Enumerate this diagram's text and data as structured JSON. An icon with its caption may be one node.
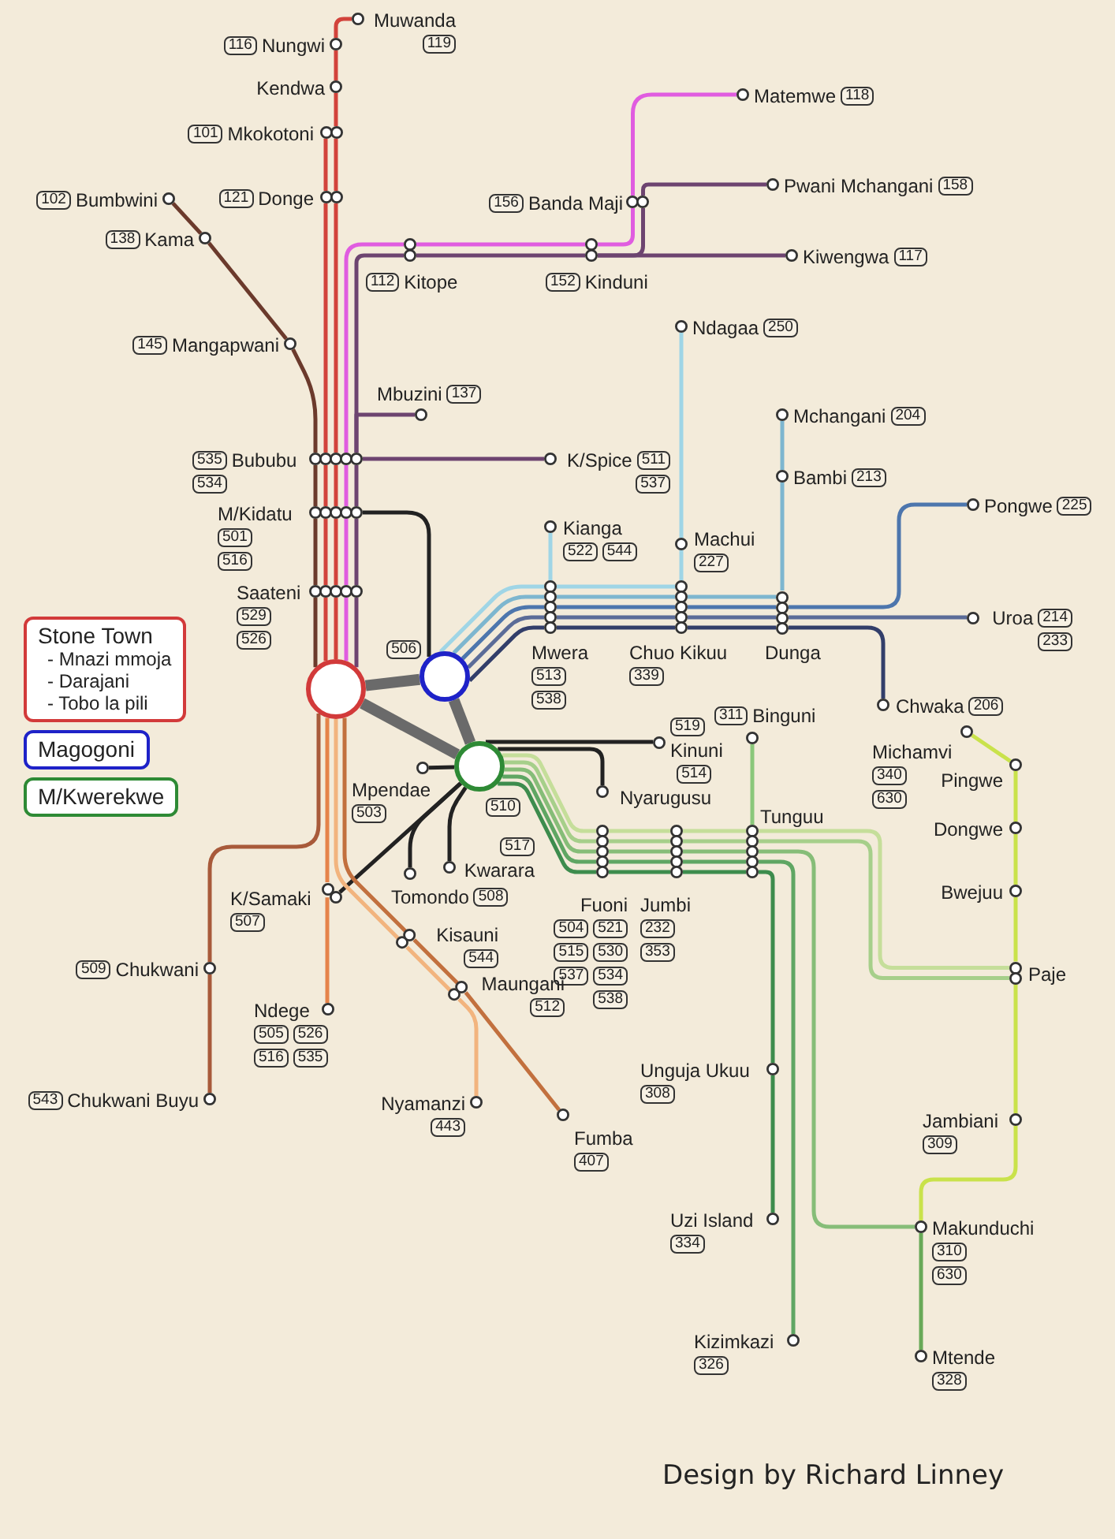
{
  "diagram": {
    "nodes": [
      {
        "text": [],
        "shape": "circle",
        "beside": [
          "Muwanda",
          "119"
        ]
      },
      {
        "text": [],
        "shape": "circle",
        "beside": [
          "116",
          "Nungwi"
        ]
      },
      {
        "text": [],
        "shape": "circle",
        "beside": [
          "Kendwa"
        ]
      },
      {
        "text": [],
        "shape": "circle",
        "beside": [
          "101",
          "Mkokotoni"
        ]
      },
      {
        "text": [],
        "shape": "circle",
        "beside": [
          "Matemwe",
          "118"
        ]
      },
      {
        "text": [],
        "shape": "circle",
        "beside": [
          "Pwani Mchangani",
          "158"
        ]
      },
      {
        "text": [],
        "shape": "circle",
        "beside": [
          "102",
          "Bumbwini"
        ]
      },
      {
        "text": [],
        "shape": "circle",
        "beside": [
          "121",
          "Donge"
        ]
      },
      {
        "text": [],
        "shape": "circle",
        "beside": [
          "156",
          "Banda Maji"
        ]
      },
      {
        "text": [],
        "shape": "circle",
        "beside": [
          "138",
          "Kama"
        ]
      },
      {
        "text": [],
        "shape": "circle",
        "beside": [
          "112",
          "Kitope"
        ]
      },
      {
        "text": [],
        "shape": "circle",
        "beside": [
          "152",
          "Kinduni"
        ]
      },
      {
        "text": [],
        "shape": "circle",
        "beside": [
          "Kiwengwa",
          "117"
        ]
      },
      {
        "text": [],
        "shape": "circle",
        "beside": [
          "Ndagaa",
          "250"
        ]
      },
      {
        "text": [],
        "shape": "circle",
        "beside": [
          "145",
          "Mangapwani"
        ]
      },
      {
        "text": [],
        "shape": "circle",
        "beside": [
          "Mbuzini",
          "137"
        ]
      },
      {
        "text": [],
        "shape": "circle",
        "beside": [
          "Mchangani",
          "204"
        ]
      },
      {
        "text": [],
        "shape": "circle",
        "beside": [
          "535",
          "Bububu",
          "534"
        ]
      },
      {
        "text": [],
        "shape": "circle",
        "beside": [
          "K/Spice",
          "511",
          "537"
        ]
      },
      {
        "text": [],
        "shape": "circle",
        "beside": [
          "Bambi",
          "213"
        ]
      },
      {
        "text": [],
        "shape": "circle",
        "beside": [
          "Pongwe",
          "225"
        ]
      },
      {
        "text": [],
        "shape": "circle",
        "beside": [
          "M/Kidatu",
          "501",
          "516"
        ]
      },
      {
        "text": [],
        "shape": "circle",
        "beside": [
          "Kianga",
          "522",
          "544"
        ]
      },
      {
        "text": [],
        "shape": "circle",
        "beside": [
          "Machui",
          "227"
        ]
      },
      {
        "text": [],
        "shape": "circle",
        "beside": [
          "Saateni",
          "529",
          "526"
        ]
      },
      {
        "text": [],
        "shape": "circle",
        "beside": [
          "Mwera",
          "513",
          "538"
        ]
      },
      {
        "text": [],
        "shape": "circle",
        "beside": [
          "Chuo Kikuu",
          "339"
        ]
      },
      {
        "text": [],
        "shape": "circle",
        "beside": [
          "Dunga"
        ]
      },
      {
        "text": [],
        "shape": "circle",
        "beside": [
          "Uroa",
          "214",
          "233"
        ]
      },
      {
        "text": [
          "Stone Town",
          "- Mnazi mmoja",
          "- Darajani",
          "- Tobo la pili"
        ]
      },
      {
        "text": [],
        "shape": "circle"
      },
      {
        "text": [],
        "shape": "circle",
        "beside": [
          "506"
        ]
      },
      {
        "text": [],
        "shape": "circle",
        "beside": [
          "Chwaka",
          "206"
        ]
      },
      {
        "text": [],
        "shape": "circle",
        "beside": [
          "311",
          "Binguni"
        ]
      },
      {
        "text": [],
        "shape": "circle",
        "beside": [
          "519",
          "Kinuni"
        ]
      },
      {
        "text": [
          "Magogoni"
        ]
      },
      {
        "text": [],
        "shape": "circle",
        "beside": [
          "Michamvi",
          "340",
          "630"
        ]
      },
      {
        "text": [],
        "shape": "circle",
        "beside": [
          "Mpendae",
          "503"
        ]
      },
      {
        "text": [],
        "shape": "circle",
        "beside": [
          "510"
        ]
      },
      {
        "text": [],
        "shape": "circle",
        "beside": [
          "Pingwe"
        ]
      },
      {
        "text": [],
        "shape": "circle",
        "beside": [
          "514",
          "Nyarugusu"
        ]
      },
      {
        "text": [
          "M/Kwerekwe"
        ]
      },
      {
        "text": [],
        "shape": "circle",
        "beside": [
          "Fuoni",
          "504",
          "521",
          "515",
          "530",
          "537",
          "534",
          "538"
        ]
      },
      {
        "text": [],
        "shape": "circle",
        "beside": [
          "Jumbi",
          "232",
          "353"
        ]
      },
      {
        "text": [],
        "shape": "circle",
        "beside": [
          "Tunguu"
        ]
      },
      {
        "text": [],
        "shape": "circle",
        "beside": [
          "Dongwe"
        ]
      },
      {
        "text": [],
        "shape": "circle",
        "beside": [
          "517",
          "Kwarara"
        ]
      },
      {
        "text": [],
        "shape": "circle",
        "beside": [
          "Tomondo",
          "508"
        ]
      },
      {
        "text": [],
        "shape": "circle",
        "beside": [
          "K/Samaki",
          "507"
        ]
      },
      {
        "text": [],
        "shape": "circle",
        "beside": [
          "Bwejuu"
        ]
      },
      {
        "text": [],
        "shape": "circle",
        "beside": [
          "Kisauni",
          "544"
        ]
      },
      {
        "text": [],
        "shape": "circle",
        "beside": [
          "509",
          "Chukwani"
        ]
      },
      {
        "text": [],
        "shape": "circle",
        "beside": [
          "Paje"
        ]
      },
      {
        "text": [],
        "shape": "circle",
        "beside": [
          "Maungani",
          "512"
        ]
      },
      {
        "text": [],
        "shape": "circle",
        "beside": [
          "Ndege",
          "505",
          "526",
          "516",
          "535"
        ]
      },
      {
        "text": [],
        "shape": "circle",
        "beside": [
          "Unguja Ukuu",
          "308"
        ]
      },
      {
        "text": [],
        "shape": "circle",
        "beside": [
          "543",
          "Chukwani Buyu"
        ]
      },
      {
        "text": [],
        "shape": "circle",
        "beside": [
          "Nyamanzi",
          "443"
        ]
      },
      {
        "text": [],
        "shape": "circle",
        "beside": [
          "Fumba",
          "407"
        ]
      },
      {
        "text": [],
        "shape": "circle",
        "beside": [
          "Jambiani",
          "309"
        ]
      },
      {
        "text": [],
        "shape": "circle",
        "beside": [
          "Uzi Island",
          "334"
        ]
      },
      {
        "text": [],
        "shape": "circle",
        "beside": [
          "Makunduchi",
          "310",
          "630"
        ]
      },
      {
        "text": [],
        "shape": "circle",
        "beside": [
          "Kizimkazi",
          "326"
        ]
      },
      {
        "text": [],
        "shape": "circle",
        "beside": [
          "Mtende",
          "328"
        ]
      }
    ],
    "edges": [
      {
        "from": 30,
        "to": 24,
        "arrow": "none",
        "color": "#6b3a2c"
      },
      {
        "from": 30,
        "to": 24,
        "arrow": "none",
        "color": "#d2433b"
      },
      {
        "from": 30,
        "to": 24,
        "arrow": "none",
        "color": "#d2433b"
      },
      {
        "from": 30,
        "to": 24,
        "arrow": "none",
        "color": "#e05ce0"
      },
      {
        "from": 30,
        "to": 24,
        "arrow": "none",
        "color": "#6d4470"
      },
      {
        "from": 24,
        "to": 21,
        "arrow": "none",
        "color": "#6b3a2c"
      },
      {
        "from": 24,
        "to": 21,
        "arrow": "none",
        "color": "#d2433b"
      },
      {
        "from": 24,
        "to": 21,
        "arrow": "none",
        "color": "#d2433b"
      },
      {
        "from": 24,
        "to": 21,
        "arrow": "none",
        "color": "#e05ce0"
      },
      {
        "from": 24,
        "to": 21,
        "arrow": "none",
        "color": "#6d4470"
      },
      {
        "from": 21,
        "to": 17,
        "arrow": "none",
        "color": "#6b3a2c"
      },
      {
        "from": 21,
        "to": 17,
        "arrow": "none",
        "color": "#d2433b"
      },
      {
        "from": 21,
        "to": 17,
        "arrow": "none",
        "color": "#d2433b"
      },
      {
        "from": 21,
        "to": 17,
        "arrow": "none",
        "color": "#e05ce0"
      },
      {
        "from": 21,
        "to": 17,
        "arrow": "none",
        "color": "#6d4470"
      },
      {
        "from": 17,
        "to": 7,
        "arrow": "none",
        "color": "#d2433b"
      },
      {
        "from": 17,
        "to": 7,
        "arrow": "none",
        "color": "#d2433b"
      },
      {
        "from": 7,
        "to": 3,
        "arrow": "none",
        "color": "#d2433b"
      },
      {
        "from": 7,
        "to": 3,
        "arrow": "none",
        "color": "#d2433b"
      },
      {
        "from": 3,
        "to": 2,
        "arrow": "none",
        "color": "#d2433b"
      },
      {
        "from": 2,
        "to": 1,
        "arrow": "none",
        "color": "#d2433b"
      },
      {
        "from": 1,
        "to": 0,
        "arrow": "none",
        "color": "#d2433b"
      },
      {
        "from": 17,
        "to": 14,
        "arrow": "none",
        "color": "#6b3a2c"
      },
      {
        "from": 14,
        "to": 9,
        "arrow": "none",
        "color": "#6b3a2c"
      },
      {
        "from": 9,
        "to": 6,
        "arrow": "none",
        "color": "#6b3a2c"
      },
      {
        "from": 17,
        "to": 10,
        "arrow": "none",
        "color": "#e05ce0"
      },
      {
        "from": 17,
        "to": 10,
        "arrow": "none",
        "color": "#6d4470"
      },
      {
        "from": 10,
        "to": 11,
        "arrow": "none",
        "color": "#e05ce0"
      },
      {
        "from": 10,
        "to": 11,
        "arrow": "none",
        "color": "#6d4470"
      },
      {
        "from": 11,
        "to": 8,
        "arrow": "none",
        "color": "#e05ce0"
      },
      {
        "from": 11,
        "to": 8,
        "arrow": "none",
        "color": "#6d4470"
      },
      {
        "from": 8,
        "to": 4,
        "arrow": "none",
        "color": "#e05ce0"
      },
      {
        "from": 8,
        "to": 5,
        "arrow": "none",
        "color": "#6d4470"
      },
      {
        "from": 11,
        "to": 12,
        "arrow": "none",
        "color": "#6d4470"
      },
      {
        "from": 17,
        "to": 15,
        "arrow": "none",
        "color": "#6d4470"
      },
      {
        "from": 17,
        "to": 18,
        "arrow": "none",
        "color": "#6d4470"
      },
      {
        "from": 21,
        "to": 31,
        "arrow": "none",
        "color": "#222222"
      },
      {
        "from": 30,
        "to": 31,
        "arrow": "none",
        "style": "thick",
        "color": "#6a6a6a"
      },
      {
        "from": 30,
        "to": 38,
        "arrow": "none",
        "style": "thick",
        "color": "#6a6a6a"
      },
      {
        "from": 31,
        "to": 38,
        "arrow": "none",
        "style": "thick",
        "color": "#6a6a6a"
      },
      {
        "from": 31,
        "to": 25,
        "arrow": "none",
        "color": "#9fd5e6"
      },
      {
        "from": 31,
        "to": 25,
        "arrow": "none",
        "color": "#7db6cf"
      },
      {
        "from": 31,
        "to": 25,
        "arrow": "none",
        "color": "#4d76ad"
      },
      {
        "from": 31,
        "to": 25,
        "arrow": "none",
        "color": "#5b6c98"
      },
      {
        "from": 31,
        "to": 25,
        "arrow": "none",
        "color": "#323e6a"
      },
      {
        "from": 25,
        "to": 22,
        "arrow": "none",
        "color": "#9fd5e6"
      },
      {
        "from": 25,
        "to": 26,
        "arrow": "none",
        "color": "#9fd5e6"
      },
      {
        "from": 25,
        "to": 26,
        "arrow": "none",
        "color": "#7db6cf"
      },
      {
        "from": 25,
        "to": 26,
        "arrow": "none",
        "color": "#4d76ad"
      },
      {
        "from": 25,
        "to": 26,
        "arrow": "none",
        "color": "#5b6c98"
      },
      {
        "from": 25,
        "to": 26,
        "arrow": "none",
        "color": "#323e6a"
      },
      {
        "from": 26,
        "to": 23,
        "arrow": "none",
        "color": "#9fd5e6"
      },
      {
        "from": 23,
        "to": 13,
        "arrow": "none",
        "color": "#9fd5e6"
      },
      {
        "from": 26,
        "to": 27,
        "arrow": "none",
        "color": "#7db6cf"
      },
      {
        "from": 26,
        "to": 27,
        "arrow": "none",
        "color": "#4d76ad"
      },
      {
        "from": 26,
        "to": 27,
        "arrow": "none",
        "color": "#5b6c98"
      },
      {
        "from": 26,
        "to": 27,
        "arrow": "none",
        "color": "#323e6a"
      },
      {
        "from": 27,
        "to": 19,
        "arrow": "none",
        "color": "#7db6cf"
      },
      {
        "from": 19,
        "to": 16,
        "arrow": "none",
        "color": "#7db6cf"
      },
      {
        "from": 27,
        "to": 20,
        "arrow": "none",
        "color": "#4d76ad"
      },
      {
        "from": 27,
        "to": 28,
        "arrow": "none",
        "color": "#5b6c98"
      },
      {
        "from": 27,
        "to": 32,
        "arrow": "none",
        "color": "#323e6a"
      },
      {
        "from": 38,
        "to": 34,
        "arrow": "none",
        "color": "#222222"
      },
      {
        "from": 38,
        "to": 40,
        "arrow": "none",
        "color": "#222222"
      },
      {
        "from": 38,
        "to": 42,
        "arrow": "none",
        "color": "#c5de9a"
      },
      {
        "from": 38,
        "to": 42,
        "arrow": "none",
        "color": "#a6cf8a"
      },
      {
        "from": 38,
        "to": 42,
        "arrow": "none",
        "color": "#86bd78"
      },
      {
        "from": 38,
        "to": 42,
        "arrow": "none",
        "color": "#5fa663"
      },
      {
        "from": 38,
        "to": 42,
        "arrow": "none",
        "color": "#3d8c4d"
      },
      {
        "from": 42,
        "to": 43,
        "arrow": "none",
        "color": "#c5de9a"
      },
      {
        "from": 42,
        "to": 43,
        "arrow": "none",
        "color": "#a6cf8a"
      },
      {
        "from": 42,
        "to": 43,
        "arrow": "none",
        "color": "#86bd78"
      },
      {
        "from": 42,
        "to": 43,
        "arrow": "none",
        "color": "#5fa663"
      },
      {
        "from": 42,
        "to": 43,
        "arrow": "none",
        "color": "#3d8c4d"
      },
      {
        "from": 43,
        "to": 44,
        "arrow": "none",
        "color": "#c5de9a"
      },
      {
        "from": 43,
        "to": 44,
        "arrow": "none",
        "color": "#a6cf8a"
      },
      {
        "from": 43,
        "to": 44,
        "arrow": "none",
        "color": "#86bd78"
      },
      {
        "from": 43,
        "to": 44,
        "arrow": "none",
        "color": "#5fa663"
      },
      {
        "from": 43,
        "to": 44,
        "arrow": "none",
        "color": "#3d8c4d"
      },
      {
        "from": 33,
        "to": 44,
        "arrow": "none",
        "color": "#8ac77a"
      },
      {
        "from": 44,
        "to": 52,
        "arrow": "none",
        "color": "#c5de9a"
      },
      {
        "from": 44,
        "to": 52,
        "arrow": "none",
        "color": "#a6cf8a"
      },
      {
        "from": 44,
        "to": 61,
        "arrow": "none",
        "color": "#86bd78"
      },
      {
        "from": 44,
        "to": 62,
        "arrow": "none",
        "color": "#5fa663"
      },
      {
        "from": 44,
        "to": 55,
        "arrow": "none",
        "color": "#3d8c4d"
      },
      {
        "from": 55,
        "to": 60,
        "arrow": "none",
        "color": "#3d8c4d"
      },
      {
        "from": 36,
        "to": 39,
        "arrow": "none",
        "color": "#c9e24b"
      },
      {
        "from": 39,
        "to": 45,
        "arrow": "none",
        "color": "#c9e24b"
      },
      {
        "from": 45,
        "to": 49,
        "arrow": "none",
        "color": "#c9e24b"
      },
      {
        "from": 49,
        "to": 52,
        "arrow": "none",
        "color": "#c9e24b"
      },
      {
        "from": 52,
        "to": 59,
        "arrow": "none",
        "color": "#c9e24b"
      },
      {
        "from": 59,
        "to": 61,
        "arrow": "none",
        "color": "#c9e24b"
      },
      {
        "from": 61,
        "to": 63,
        "arrow": "none",
        "color": "#68a957"
      },
      {
        "from": 38,
        "to": 37,
        "arrow": "none",
        "color": "#222222"
      },
      {
        "from": 38,
        "to": 47,
        "arrow": "none",
        "color": "#222222"
      },
      {
        "from": 38,
        "to": 46,
        "arrow": "none",
        "color": "#222222"
      },
      {
        "from": 38,
        "to": 48,
        "arrow": "none",
        "color": "#222222"
      },
      {
        "from": 30,
        "to": 51,
        "arrow": "none",
        "color": "#a85a3a"
      },
      {
        "from": 51,
        "to": 56,
        "arrow": "none",
        "color": "#a85a3a"
      },
      {
        "from": 30,
        "to": 48,
        "arrow": "none",
        "color": "#e5834a"
      },
      {
        "from": 48,
        "to": 54,
        "arrow": "none",
        "color": "#e5834a"
      },
      {
        "from": 30,
        "to": 50,
        "arrow": "none",
        "color": "#f2b47e"
      },
      {
        "from": 30,
        "to": 50,
        "arrow": "none",
        "color": "#c2703e"
      },
      {
        "from": 50,
        "to": 53,
        "arrow": "none",
        "color": "#f2b47e"
      },
      {
        "from": 50,
        "to": 53,
        "arrow": "none",
        "color": "#c2703e"
      },
      {
        "from": 53,
        "to": 57,
        "arrow": "none",
        "color": "#f2b47e"
      },
      {
        "from": 53,
        "to": 58,
        "arrow": "none",
        "color": "#c2703e"
      }
    ],
    "labels": [
      "Design by Richard Linney"
    ]
  }
}
